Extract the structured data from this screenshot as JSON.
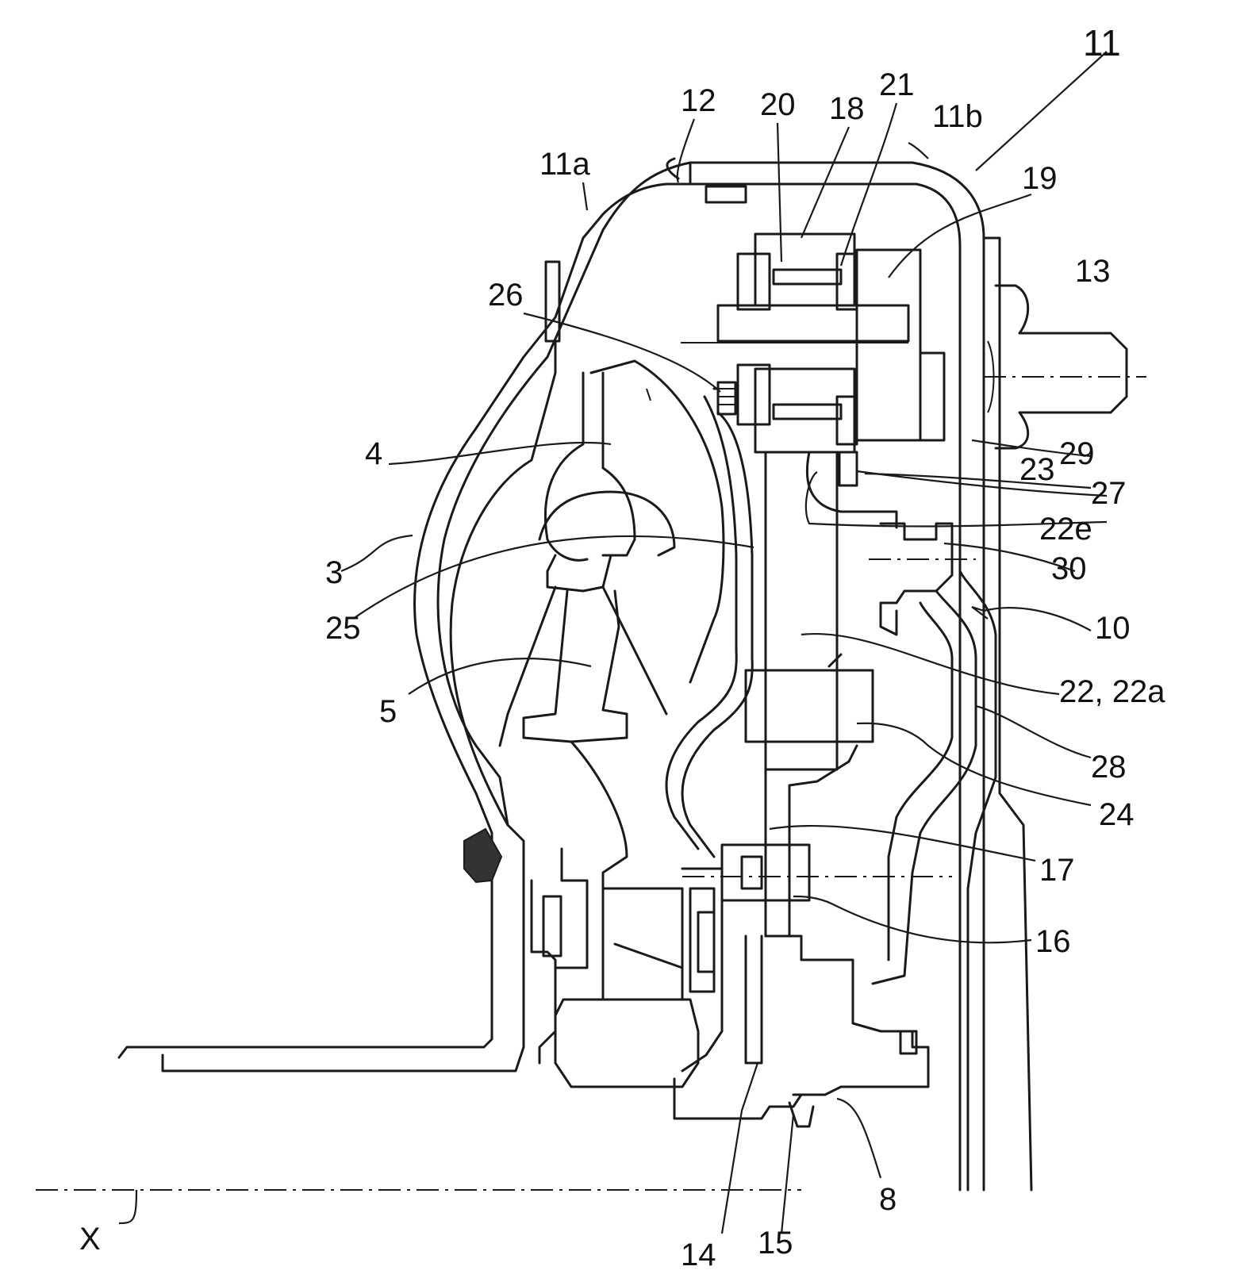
{
  "figure": {
    "labels": [
      {
        "id": "l11",
        "text": "11"
      },
      {
        "id": "l12",
        "text": "12"
      },
      {
        "id": "l20",
        "text": "20"
      },
      {
        "id": "l18",
        "text": "18"
      },
      {
        "id": "l21",
        "text": "21"
      },
      {
        "id": "l11a",
        "text": "11a"
      },
      {
        "id": "l11b",
        "text": "11b"
      },
      {
        "id": "l19",
        "text": "19"
      },
      {
        "id": "l13",
        "text": "13"
      },
      {
        "id": "l26",
        "text": "26"
      },
      {
        "id": "l4",
        "text": "4"
      },
      {
        "id": "l3",
        "text": "3"
      },
      {
        "id": "l29",
        "text": "29"
      },
      {
        "id": "l23",
        "text": "23"
      },
      {
        "id": "l27",
        "text": "27"
      },
      {
        "id": "l22e",
        "text": "22e"
      },
      {
        "id": "l30",
        "text": "30"
      },
      {
        "id": "l25",
        "text": "25"
      },
      {
        "id": "l10",
        "text": "10"
      },
      {
        "id": "l22",
        "text": "22, 22a"
      },
      {
        "id": "l5",
        "text": "5"
      },
      {
        "id": "l28",
        "text": "28"
      },
      {
        "id": "l24",
        "text": "24"
      },
      {
        "id": "l17",
        "text": "17"
      },
      {
        "id": "l16",
        "text": "16"
      },
      {
        "id": "l8",
        "text": "8"
      },
      {
        "id": "l14",
        "text": "14"
      },
      {
        "id": "l15",
        "text": "15"
      },
      {
        "id": "lX",
        "text": "X"
      }
    ]
  }
}
